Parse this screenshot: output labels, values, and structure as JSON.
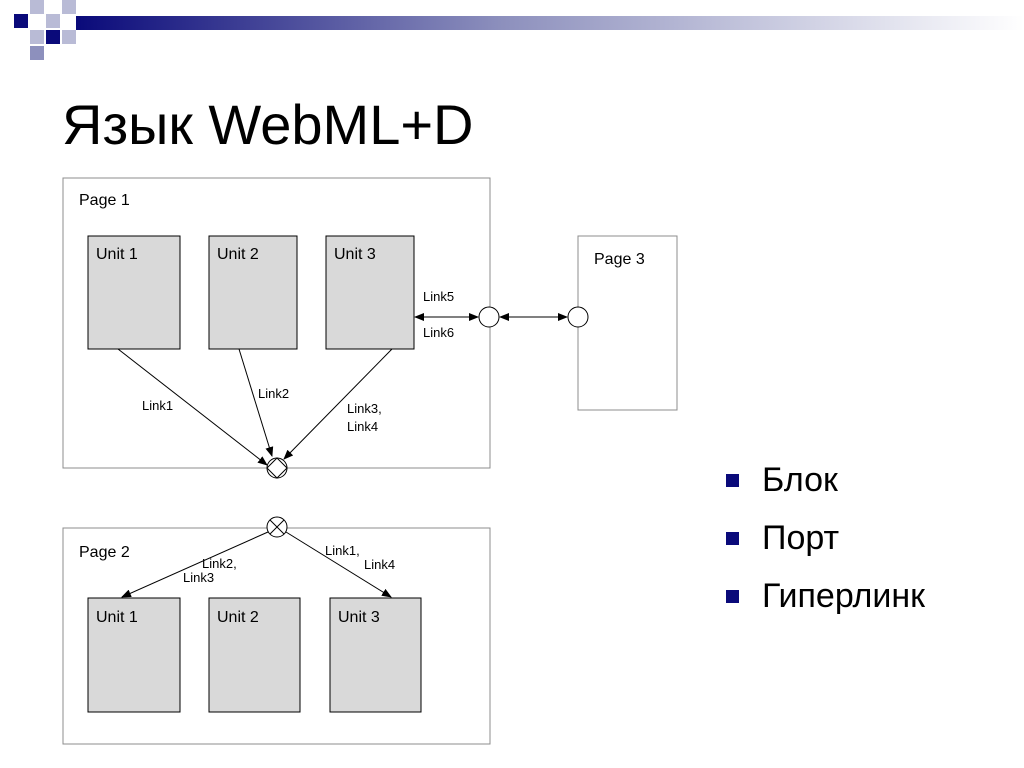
{
  "slide": {
    "title": "Язык WebML+D",
    "accent_color": "#0a0a7a",
    "header_fade_color": "#b9bbd6"
  },
  "diagram": {
    "pages": {
      "page1": {
        "label": "Page 1",
        "units": [
          "Unit 1",
          "Unit 2",
          "Unit 3"
        ]
      },
      "page2": {
        "label": "Page 2",
        "units": [
          "Unit 1",
          "Unit 2",
          "Unit 3"
        ]
      },
      "page3": {
        "label": "Page 3"
      }
    },
    "links": {
      "page1": {
        "link1": "Link1",
        "link2": "Link2",
        "link34_line1": "Link3,",
        "link34_line2": "Link4",
        "link5": "Link5",
        "link6": "Link6"
      },
      "page2": {
        "link23_line1": "Link2,",
        "link23_line2": "Link3",
        "link14_line1": "Link1,",
        "link14_line2": "Link4"
      }
    },
    "unit_fill": "#d9d9d9",
    "frame_stroke": "#8c8c8c"
  },
  "legend": {
    "items": [
      "Блок",
      "Порт",
      "Гиперлинк"
    ]
  }
}
